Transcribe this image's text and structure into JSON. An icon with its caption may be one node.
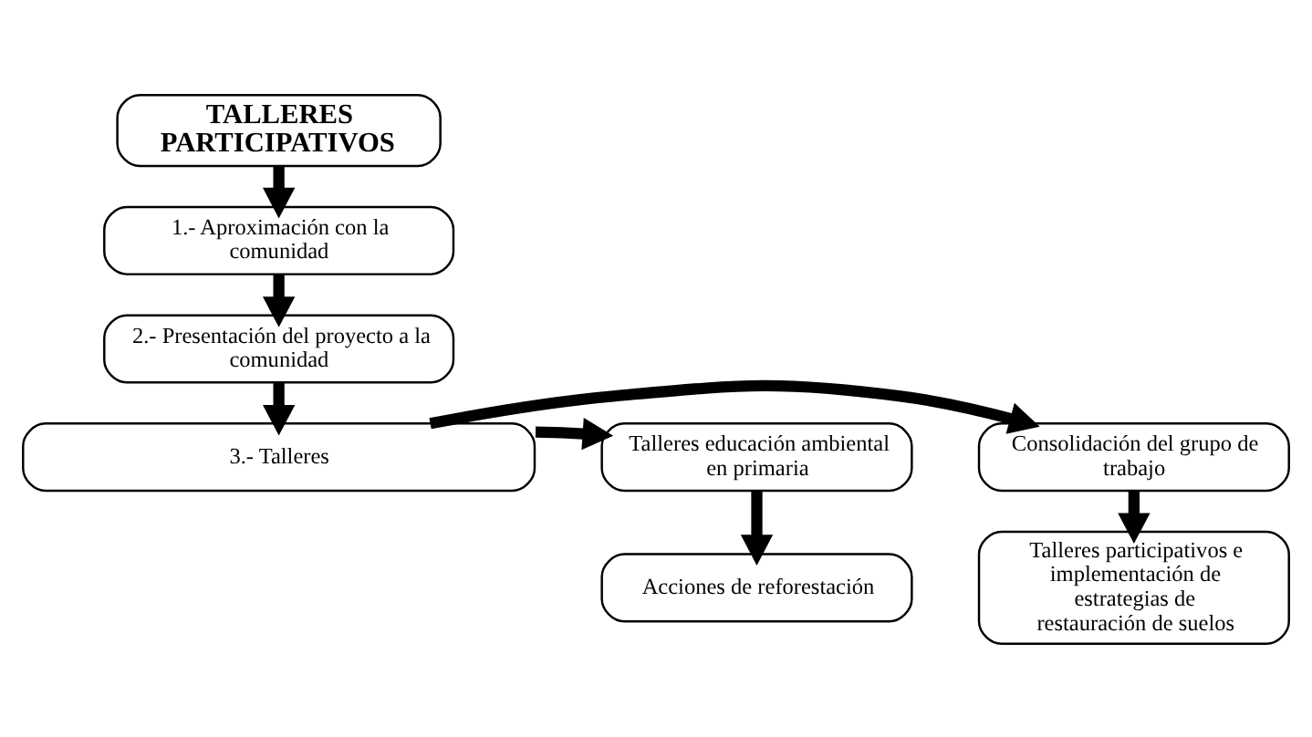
{
  "diagram": {
    "nodes": [
      {
        "text": [
          "TALLERES PARTICIPATIVOS"
        ]
      },
      {
        "text": [
          "1.- Aproximación con la comunidad"
        ]
      },
      {
        "text": [
          "2.- Presentación del proyecto a la comunidad"
        ]
      },
      {
        "text": [
          "3.- Talleres"
        ]
      },
      {
        "text": [
          "Consolidación del grupo de trabajo"
        ]
      },
      {
        "text": [
          "Talleres participativos e implementación de estrategias de restauración de suelos"
        ]
      },
      {
        "text": [
          "Talleres educación ambiental en primaria"
        ]
      },
      {
        "text": [
          "Acciones de reforestación"
        ]
      }
    ],
    "edges": [
      {
        "from": 0,
        "to": 1,
        "arrow": "to"
      },
      {
        "from": 1,
        "to": 2,
        "arrow": "to"
      },
      {
        "from": 2,
        "to": 3,
        "arrow": "to"
      },
      {
        "from": 3,
        "to": 4,
        "arrow": "to"
      },
      {
        "from": 3,
        "to": 6,
        "arrow": "to"
      },
      {
        "from": 4,
        "to": 5,
        "arrow": "to"
      },
      {
        "from": 6,
        "to": 7,
        "arrow": "to"
      }
    ]
  }
}
